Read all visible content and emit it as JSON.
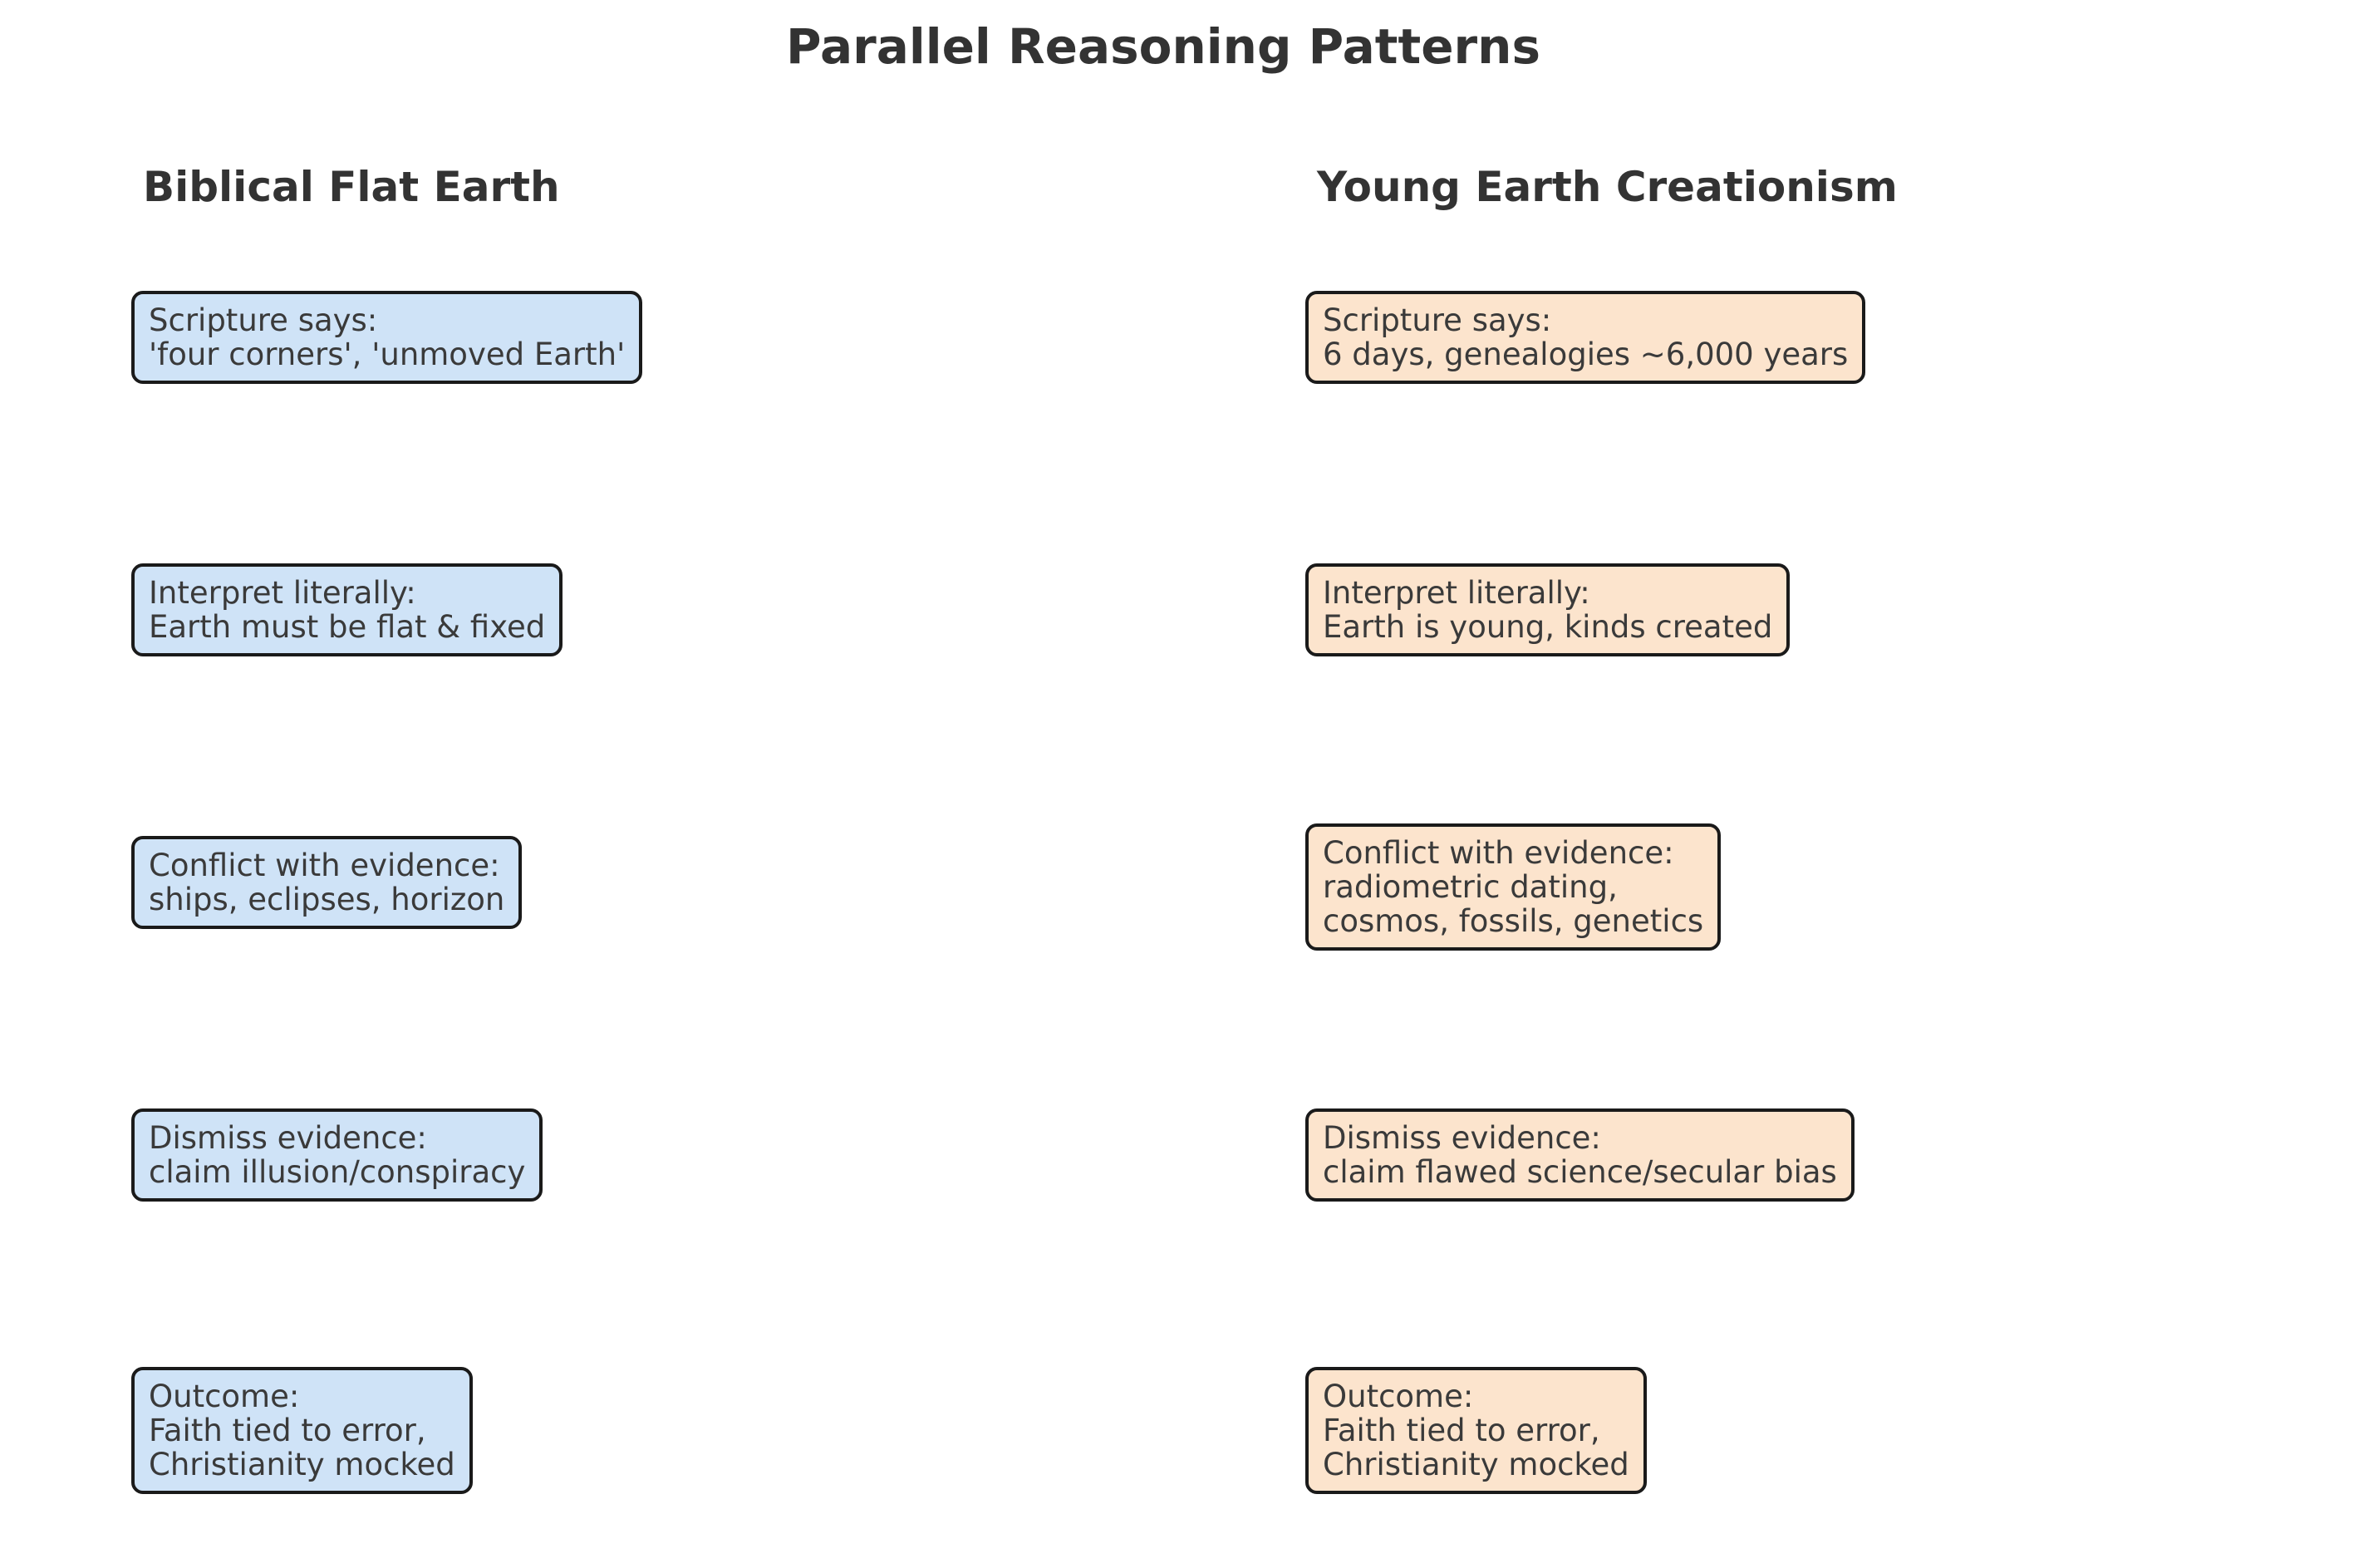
{
  "title": "Parallel Reasoning Patterns",
  "colors": {
    "background": "#ffffff",
    "border": "#1a1a1a",
    "text": "#3a3a3a",
    "heading": "#333333",
    "flat_earth_fill": "#cfe3f7",
    "yec_fill": "#fce4cd"
  },
  "columns": [
    {
      "header": "Biblical Flat Earth",
      "fill": "#cfe3f7",
      "boxes": [
        {
          "lines": [
            "Scripture says:",
            "'four corners', 'unmoved Earth'"
          ]
        },
        {
          "lines": [
            "Interpret literally:",
            "Earth must be flat & fixed"
          ]
        },
        {
          "lines": [
            "Conflict with evidence:",
            "ships, eclipses, horizon"
          ]
        },
        {
          "lines": [
            "Dismiss evidence:",
            "claim illusion/conspiracy"
          ]
        },
        {
          "lines": [
            "Outcome:",
            "Faith tied to error,",
            "Christianity mocked"
          ]
        }
      ]
    },
    {
      "header": "Young Earth Creationism",
      "fill": "#fce4cd",
      "boxes": [
        {
          "lines": [
            "Scripture says:",
            "6 days, genealogies ~6,000 years"
          ]
        },
        {
          "lines": [
            "Interpret literally:",
            "Earth is young, kinds created"
          ]
        },
        {
          "lines": [
            "Conflict with evidence:",
            "radiometric dating,",
            "cosmos, fossils, genetics"
          ]
        },
        {
          "lines": [
            "Dismiss evidence:",
            "claim flawed science/secular bias"
          ]
        },
        {
          "lines": [
            "Outcome:",
            "Faith tied to error,",
            "Christianity mocked"
          ]
        }
      ]
    }
  ]
}
